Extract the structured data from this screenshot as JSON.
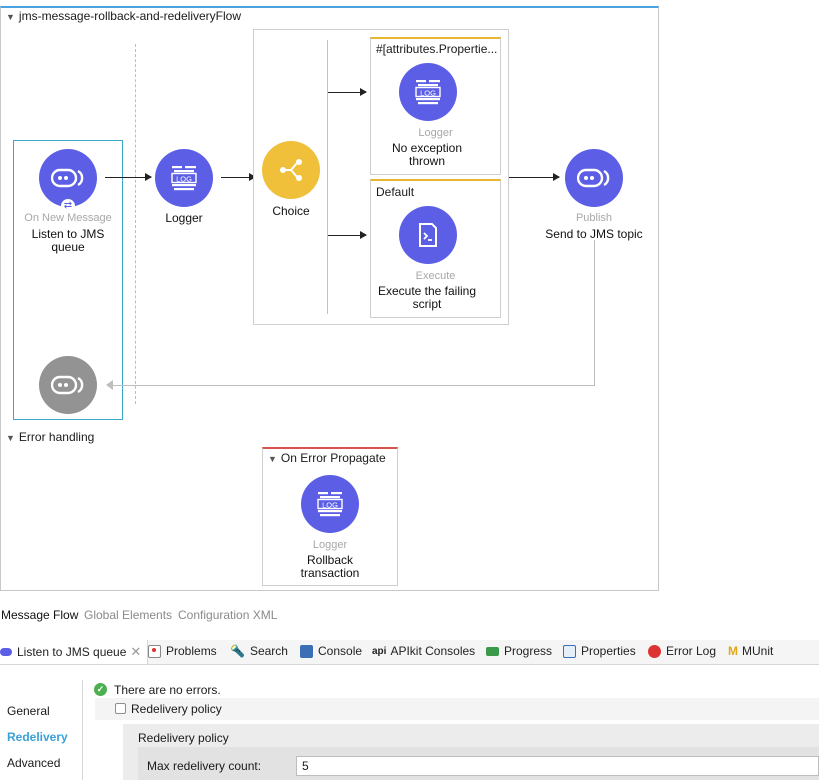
{
  "flow": {
    "title": "jms-message-rollback-and-redeliveryFlow",
    "source": {
      "category": "On New Message",
      "name": "Listen to JMS queue"
    },
    "logger": {
      "category": "",
      "name": "Logger"
    },
    "choice": {
      "name": "Choice"
    },
    "when_route": {
      "condition": "#[attributes.Propertie...",
      "category": "Logger",
      "name": "No exception thrown"
    },
    "default_route": {
      "condition": "Default",
      "category": "Execute",
      "name": "Execute the failing script"
    },
    "publish": {
      "category": "Publish",
      "name": "Send to JMS topic"
    }
  },
  "error_handling": {
    "title": "Error handling",
    "scope_title": "On Error Propagate",
    "logger": {
      "category": "Logger",
      "name": "Rollback transaction"
    }
  },
  "editor_tabs": [
    "Message Flow",
    "Global Elements",
    "Configuration XML"
  ],
  "views": {
    "active": "Listen to JMS queue",
    "items": [
      "Problems",
      "Search",
      "Console",
      "APIkit Consoles",
      "Progress",
      "Properties",
      "Error Log",
      "MUnit"
    ],
    "api_prefix": "api"
  },
  "properties": {
    "status": "There are no errors.",
    "sidebar": [
      "General",
      "Redelivery",
      "Advanced"
    ],
    "active_section": "Redelivery",
    "checkbox_label": "Redelivery policy",
    "checkbox_checked": false,
    "group_title": "Redelivery policy",
    "field_label": "Max redelivery count:",
    "field_value": "5"
  },
  "colors": {
    "accent": "#4aa3df",
    "node_blue": "#5c5fe6",
    "choice_gold": "#f0c03a",
    "error_red": "#d9534f",
    "link_blue": "#3aa0d8"
  }
}
